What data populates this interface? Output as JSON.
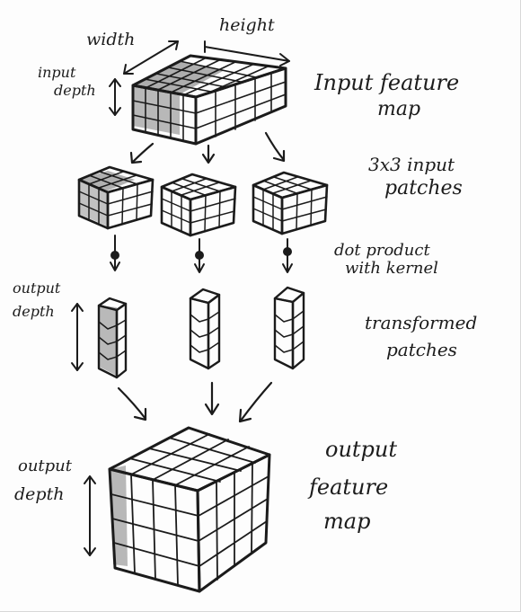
{
  "labels": {
    "width": "width",
    "height": "height",
    "input_depth_1": "input",
    "input_depth_2": "depth",
    "input_feature_map_1": "Input feature",
    "input_feature_map_2": "map",
    "patches_1": "3x3 input",
    "patches_2": "patches",
    "dot_product_1": "dot product",
    "dot_product_2": "with kernel",
    "output_depth_small_1": "output",
    "output_depth_small_2": "depth",
    "transformed_1": "transformed",
    "transformed_2": "patches",
    "output_depth_big_1": "output",
    "output_depth_big_2": "depth",
    "output_feature_map_1": "output",
    "output_feature_map_2": "feature",
    "output_feature_map_3": "map"
  },
  "colors": {
    "ink": "#1b1b1b",
    "shade": "#9a9a9a",
    "paper": "#fdfdfd"
  }
}
